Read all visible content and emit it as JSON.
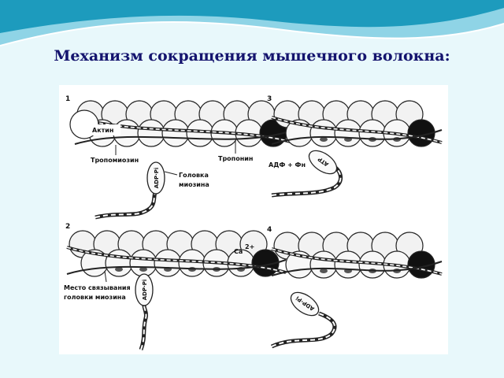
{
  "title": "Механизм сокращения мышечного волокна:",
  "colors": {
    "background": "#e8f8fb",
    "wave_dark": "#1d9bbd",
    "wave_light": "#8fd4e6",
    "title": "#14146e"
  },
  "diagram": {
    "panels": [
      {
        "number": "1",
        "labels": {
          "actin": "Актин",
          "tropomyosin": "Тропомиозин",
          "troponin": "Тропонин",
          "head_line1": "Головка",
          "head_line2": "миозина"
        },
        "head_text": "ADP·Pi"
      },
      {
        "number": "2",
        "labels": {
          "ca": "Ca",
          "ca_charge": "2+",
          "site_line1": "Место связывания",
          "site_line2": "головки миозина"
        },
        "head_text": "ADP·Pi"
      },
      {
        "number": "3",
        "labels": {
          "adp": "АДФ + Фн"
        },
        "head_text": "ATP"
      },
      {
        "number": "4",
        "labels": {},
        "head_text": "ADP·Pi"
      }
    ]
  }
}
